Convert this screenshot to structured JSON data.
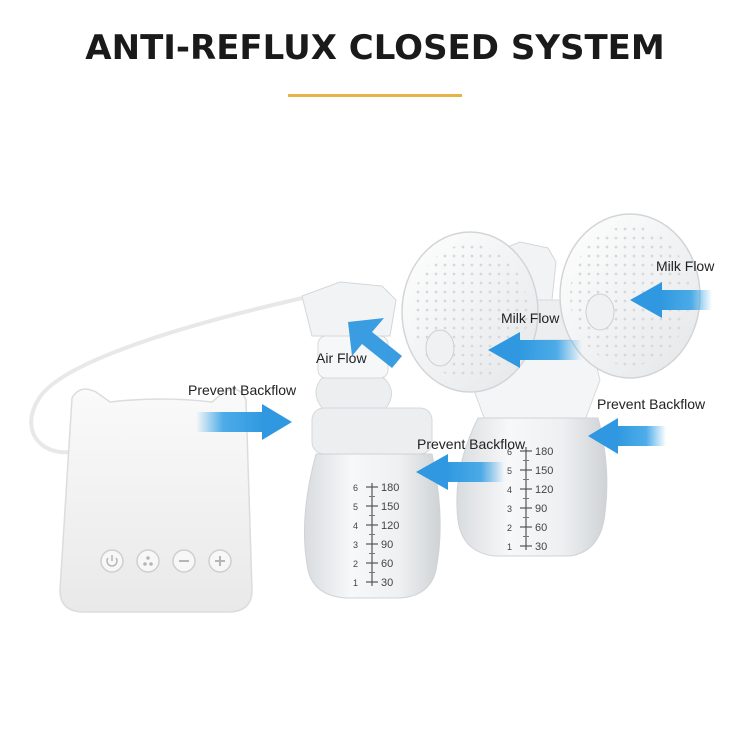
{
  "title": "ANTI-REFLUX CLOSED SYSTEM",
  "accent_color": "#e6b447",
  "arrow_color": "#3aa3e6",
  "labels": {
    "prevent_backflow_left": "Prevent Backflow",
    "air_flow": "Air Flow",
    "milk_flow_center": "Milk Flow",
    "milk_flow_right": "Milk Flow",
    "prevent_backflow_center": "Prevent Backflow",
    "prevent_backflow_right": "Prevent Backflow"
  },
  "control_buttons": [
    {
      "icon": "power-icon"
    },
    {
      "icon": "mode-icon"
    },
    {
      "icon": "minus-icon"
    },
    {
      "icon": "plus-icon"
    }
  ],
  "bottle_scale": {
    "ml": [
      "180",
      "150",
      "120",
      "90",
      "60",
      "30"
    ],
    "oz": [
      "6",
      "5",
      "4",
      "3",
      "2",
      "1"
    ]
  }
}
